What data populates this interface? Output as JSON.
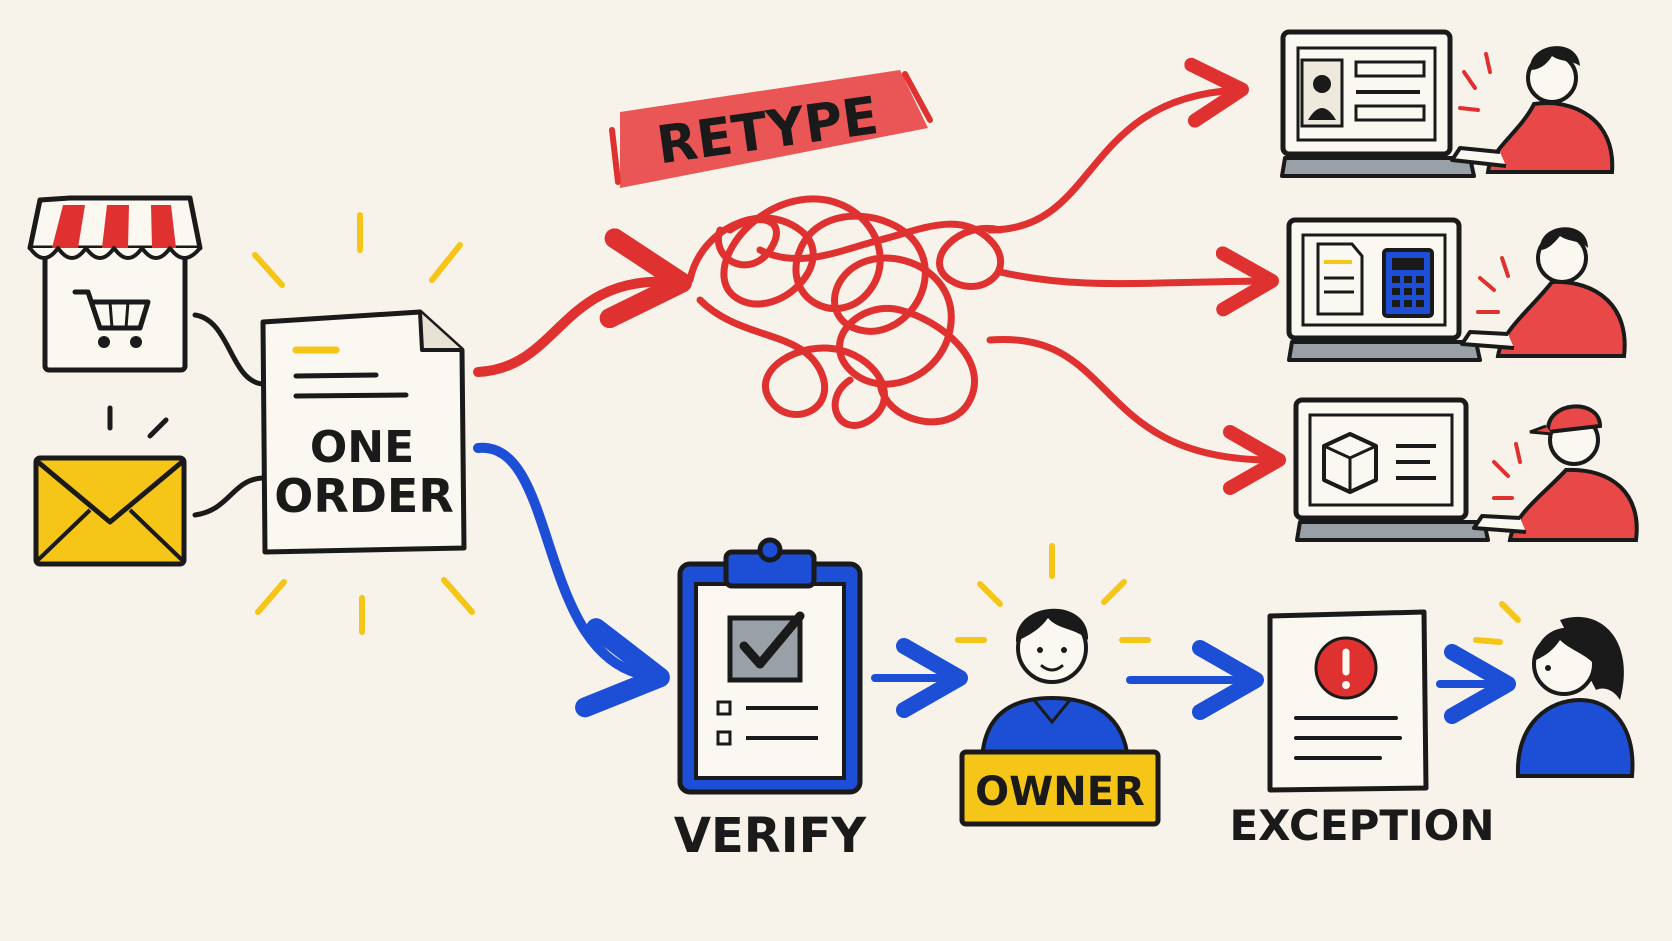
{
  "labels": {
    "retype": "RETYPE",
    "one": "ONE",
    "order": "ORDER",
    "verify": "VERIFY",
    "owner": "OWNER",
    "exception": "EXCEPTION"
  },
  "colors": {
    "background": "#f7f3ea",
    "ink": "#1a1a1a",
    "red": "#e03131",
    "blue": "#1c4fd6",
    "yellow": "#f5c518",
    "paper": "#fbf8f1",
    "gray": "#9aa0a8"
  },
  "icons": {
    "store": "storefront-cart-icon",
    "email": "envelope-icon",
    "order": "order-document-icon",
    "verify": "clipboard-check-icon",
    "owner": "person-owner-icon",
    "exception": "alert-document-icon",
    "resolver": "person-icon",
    "workers": [
      "computer-profile-worker",
      "computer-accounting-worker",
      "computer-shipping-worker"
    ]
  }
}
